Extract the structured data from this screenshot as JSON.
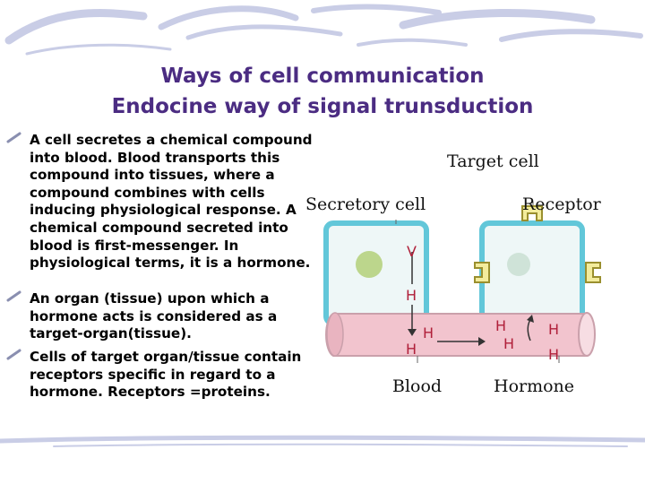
{
  "title": {
    "line1": "Ways of cell communication",
    "line2": "Endocine way of signal trunsduction"
  },
  "bullets": [
    "A cell secretes a chemical compound into blood. Blood transports this compound into tissues, where a compound combines with cells inducing physiological response. A chemical compound secreted into blood is first-messenger. In physiological terms, it is a hormone.",
    "An organ (tissue) upon which a hormone acts is considered as a target-organ(tissue).",
    "Cells of target organ/tissue contain receptors specific in regard to a hormone. Receptors =proteins."
  ],
  "diagram": {
    "labels": {
      "target_cell": "Target cell",
      "secretory_cell": "Secretory cell",
      "receptor": "Receptor",
      "blood": "Blood",
      "hormone": "Hormone"
    },
    "glyphs": {
      "v": "V",
      "h": "H"
    },
    "colors": {
      "cell_border": "#62c7d9",
      "cell_fill": "#eef7f7",
      "receptor_fill": "#f3ec9c",
      "receptor_border": "#9a8f2e",
      "blood_vessel": "#f2c4ce",
      "hormone_text": "#b0203a",
      "title": "#4b2c82"
    }
  }
}
